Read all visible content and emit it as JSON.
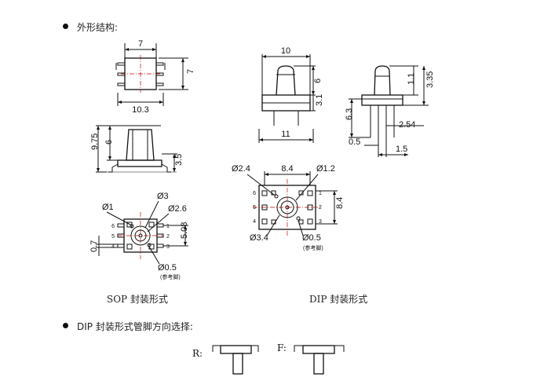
{
  "headings": {
    "outline": "外形结构:",
    "pin_direction": "DIP 封装形式管脚方向选择:"
  },
  "captions": {
    "sop": "SOP 封装形式",
    "dip": "DIP 封装形式"
  },
  "sop": {
    "top_view": {
      "width": "7",
      "height": "7",
      "overall": "10.3"
    },
    "side_view": {
      "total": "9.75",
      "body": "6",
      "stem": "3.5"
    },
    "bottom_view": {
      "hole1": "Ø1",
      "hole3": "Ø3",
      "hole26": "Ø2.6",
      "hole05": "Ø0.5",
      "pitch": "5.08",
      "pad": "0.7",
      "ref_note": "(参考脚)",
      "pins_left": [
        "6",
        "5",
        "4"
      ],
      "pins_right": [
        "1",
        "2",
        "3"
      ]
    }
  },
  "dip": {
    "front_view": {
      "top_width": "10",
      "bottom_width": "11",
      "stem": "6",
      "body": "3.1"
    },
    "side_view": {
      "top": "1.1",
      "total": "3.35",
      "lead": "6.3",
      "pitch": "2.54",
      "pin": "0.5",
      "span": "1.5"
    },
    "bottom_view": {
      "hole24": "Ø2.4",
      "hole12": "Ø1.2",
      "hole34": "Ø3.4",
      "hole05": "Ø0.5",
      "width": "8.4",
      "height": "8.4",
      "ref_note": "(参考脚)",
      "pins_left": [
        "6",
        "5",
        "4"
      ],
      "pins_right": [
        "1",
        "2",
        "3"
      ]
    }
  },
  "pin_options": {
    "r_label": "R:",
    "f_label": "F:"
  }
}
